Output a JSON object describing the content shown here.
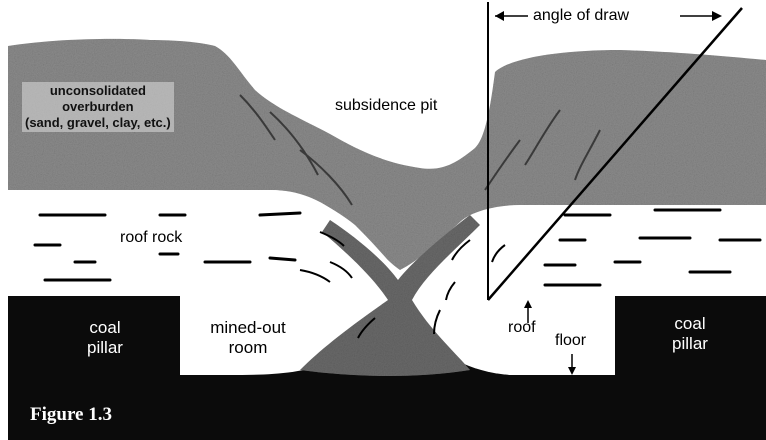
{
  "figure": {
    "title": "Figure 1.3",
    "labels": {
      "angle_of_draw": "angle of draw",
      "subsidence_pit": "subsidence pit",
      "roof_rock": "roof rock",
      "coal_pillar_left": [
        "coal",
        "pillar"
      ],
      "mined_out_room": [
        "mined-out",
        "room"
      ],
      "roof": "roof",
      "floor": "floor",
      "coal_pillar_right": [
        "coal",
        "pillar"
      ],
      "overburden": [
        "unconsolidated",
        "overburden",
        "(sand, gravel, clay, etc.)"
      ]
    },
    "colors": {
      "overburden": "#8c8c8c",
      "roof_rock": "#ffffff",
      "coal": "#0b0b0b",
      "collapse_rubble": "#5a5a5a"
    }
  }
}
